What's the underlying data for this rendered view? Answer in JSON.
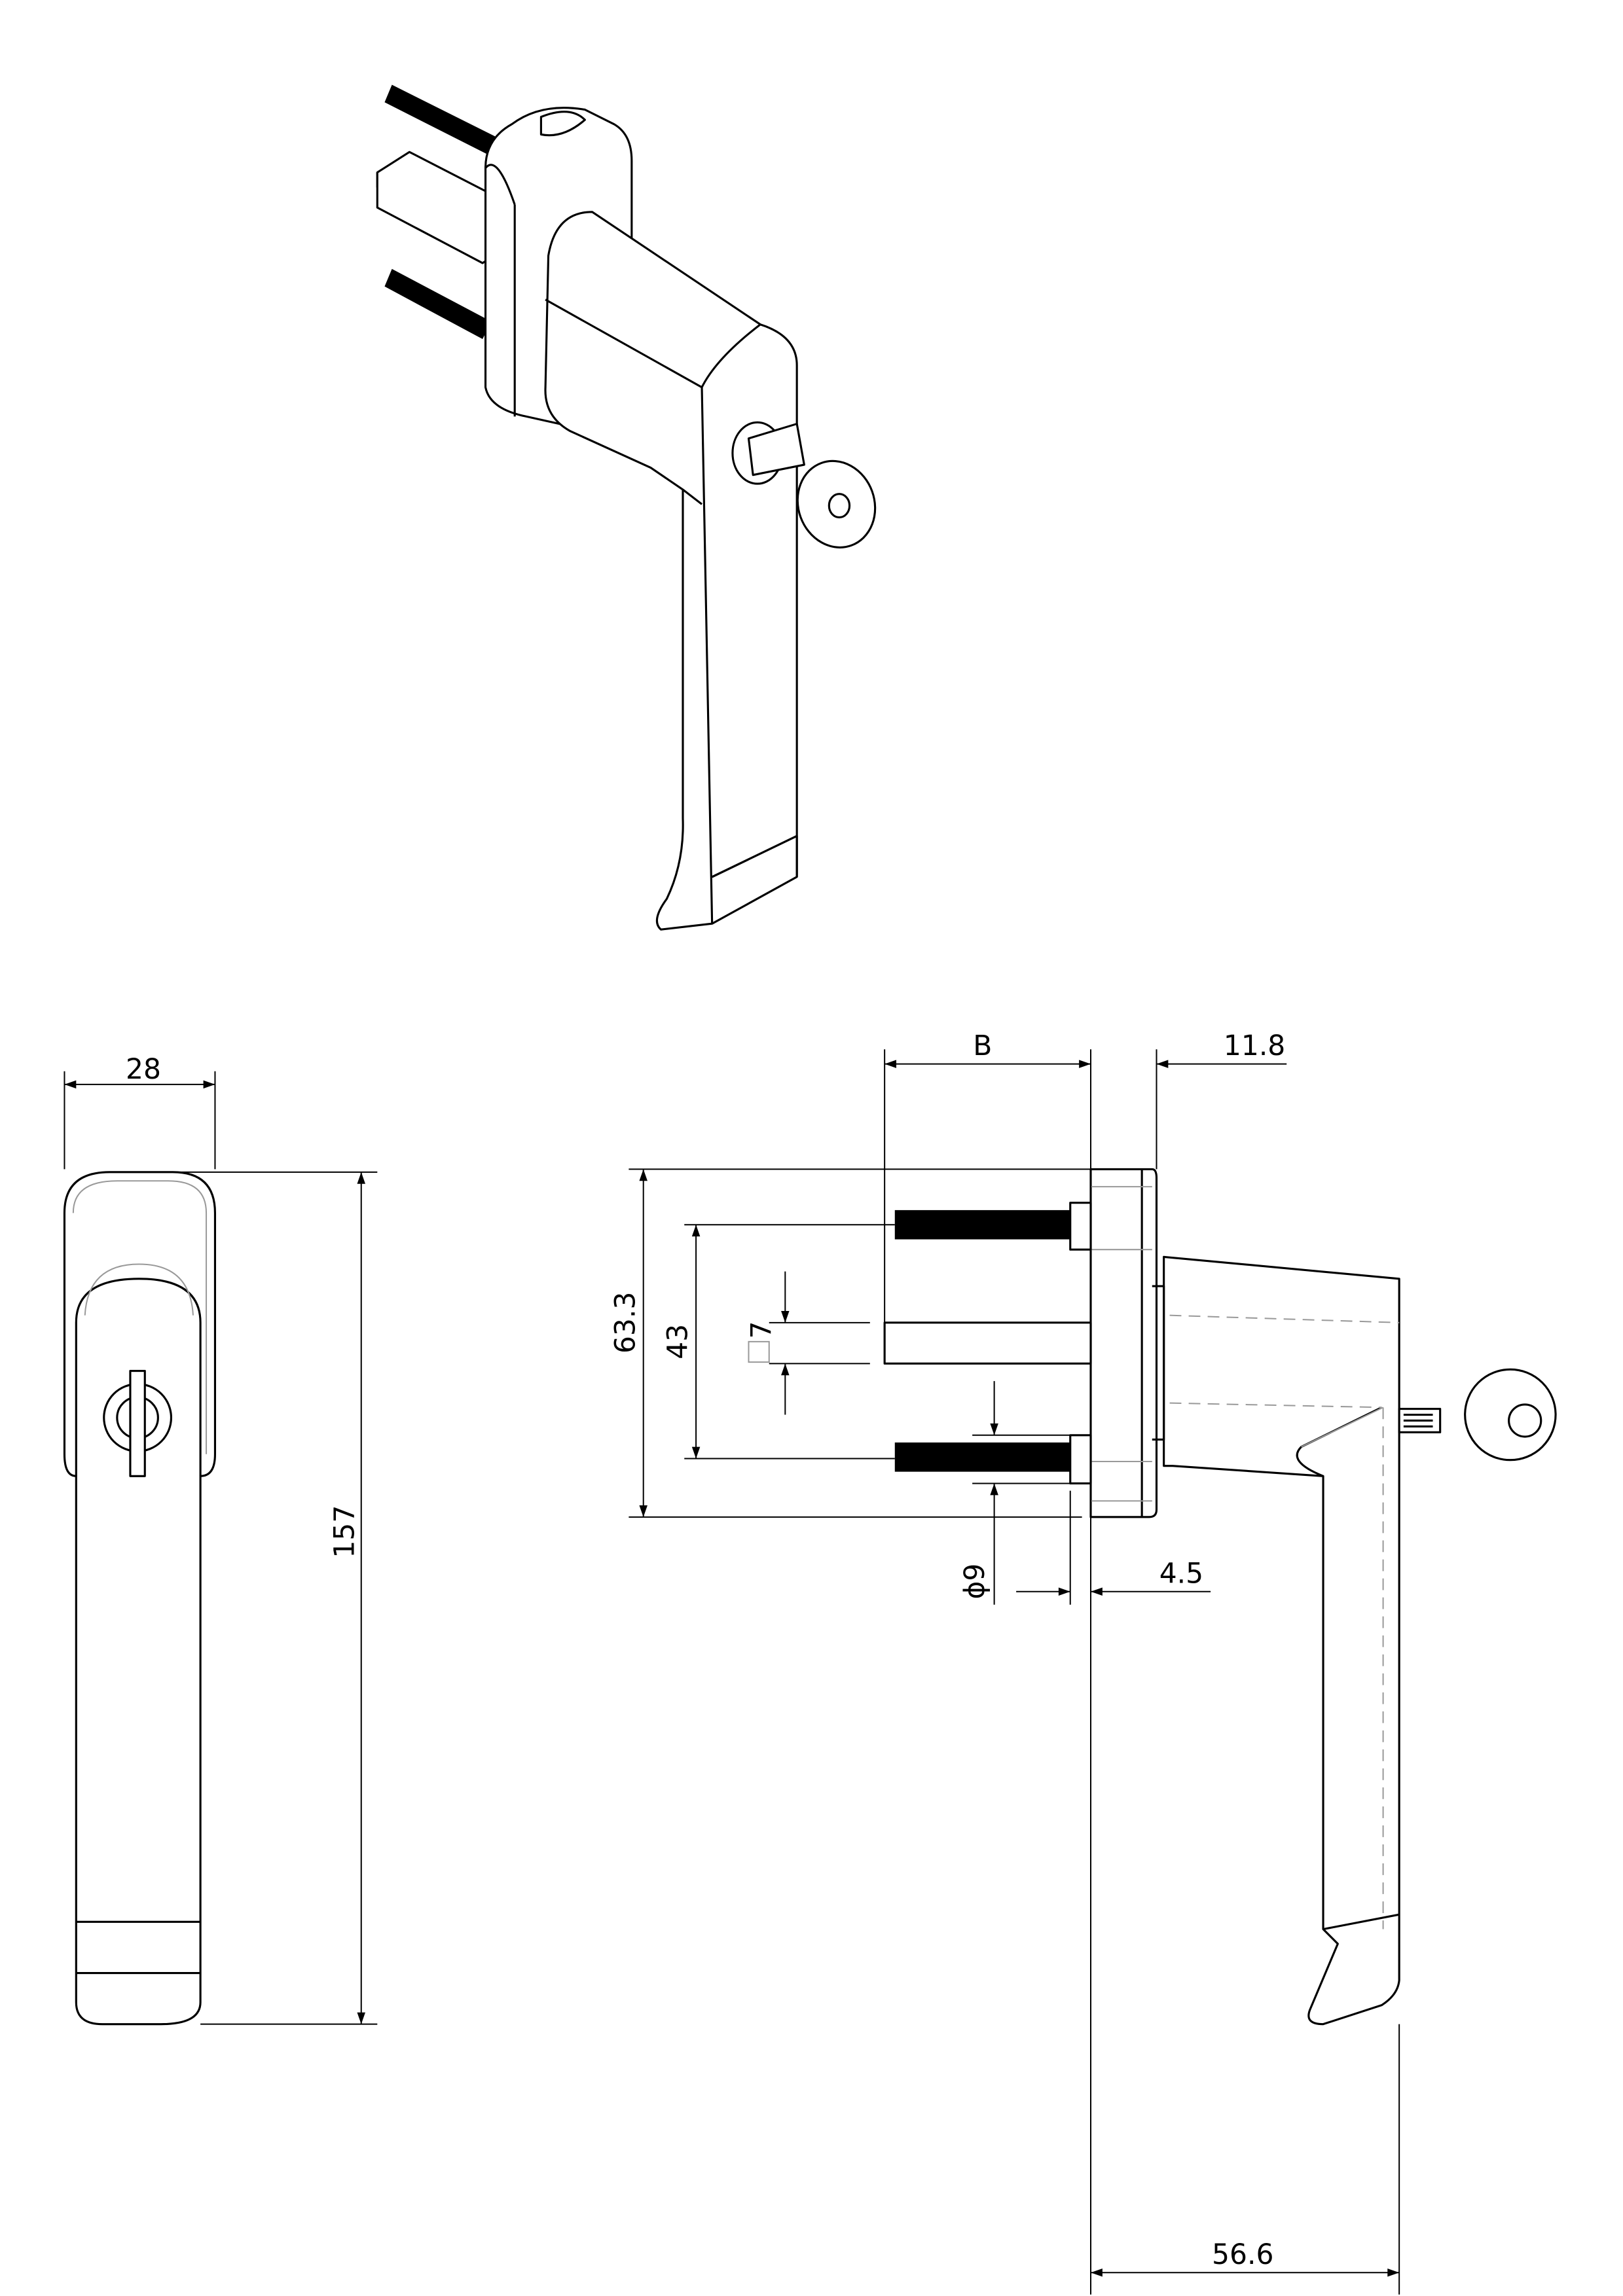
{
  "drawing": {
    "title": "Window handle with lock and key",
    "dimensions": {
      "front_width": "28",
      "front_height": "157",
      "spindle_length": "B",
      "rose_thickness": "11.8",
      "rose_height": "63.3",
      "screw_spacing": "43",
      "spindle_square": "7",
      "screw_diameter": "ϕ9",
      "screw_head_offset": "4.5",
      "projection": "56.6"
    }
  }
}
